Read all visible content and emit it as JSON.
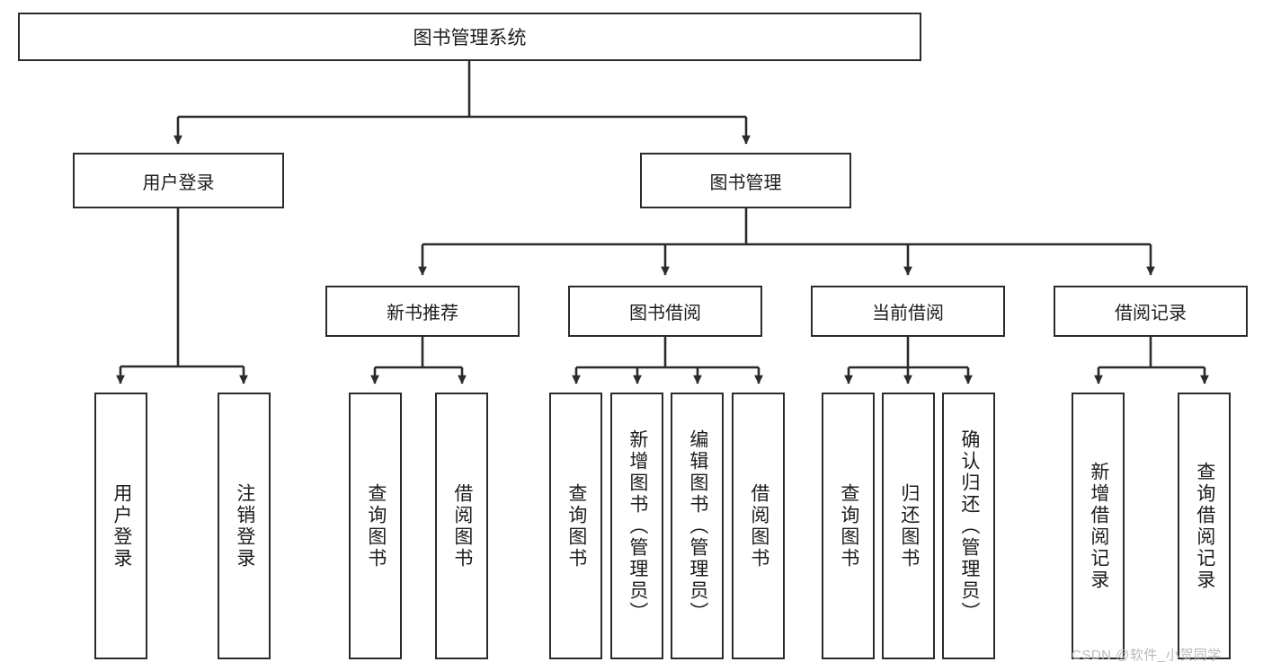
{
  "diagram": {
    "title_node": {
      "label": "图书管理系统"
    },
    "level2": [
      {
        "id": "user-login",
        "label": "用户登录"
      },
      {
        "id": "book-manage",
        "label": "图书管理"
      }
    ],
    "level3": [
      {
        "id": "new-book-recommend",
        "label": "新书推荐"
      },
      {
        "id": "book-borrow",
        "label": "图书借阅"
      },
      {
        "id": "current-borrow",
        "label": "当前借阅"
      },
      {
        "id": "borrow-record",
        "label": "借阅记录"
      }
    ],
    "leaves": {
      "user_login": [
        {
          "id": "leaf-user-login",
          "label": "用户登录"
        },
        {
          "id": "leaf-logout-login",
          "label": "注销登录"
        }
      ],
      "new_book_recommend": [
        {
          "id": "leaf-query-book-1",
          "label": "查询图书"
        },
        {
          "id": "leaf-borrow-book-1",
          "label": "借阅图书"
        }
      ],
      "book_borrow": [
        {
          "id": "leaf-query-book-2",
          "label": "查询图书"
        },
        {
          "id": "leaf-add-book",
          "label": "新增图书（管理员）"
        },
        {
          "id": "leaf-edit-book",
          "label": "编辑图书（管理员）"
        },
        {
          "id": "leaf-borrow-book-2",
          "label": "借阅图书"
        }
      ],
      "current_borrow": [
        {
          "id": "leaf-query-book-3",
          "label": "查询图书"
        },
        {
          "id": "leaf-return-book",
          "label": "归还图书"
        },
        {
          "id": "leaf-confirm-return",
          "label": "确认归还（管理员）"
        }
      ],
      "borrow_record": [
        {
          "id": "leaf-add-record",
          "label": "新增借阅记录"
        },
        {
          "id": "leaf-query-record",
          "label": "查询借阅记录"
        }
      ]
    }
  },
  "watermark": {
    "text": "CSDN @软件_小贺同学"
  },
  "colors": {
    "stroke": "#2b2b2b",
    "fill": "#ffffff",
    "text": "#1c1c1c",
    "watermark": "#b9b9b9"
  }
}
